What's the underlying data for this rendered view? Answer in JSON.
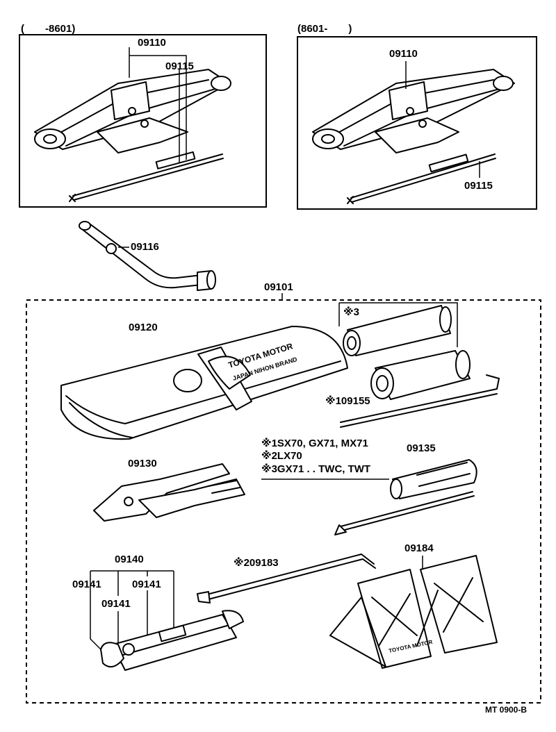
{
  "panels": {
    "left_range": "(　　-8601)",
    "right_range": "(8601-　　)"
  },
  "parts": {
    "jack_left": "09110",
    "handle_left": "09115",
    "jack_right": "09110",
    "handle_right": "09115",
    "wheel_nut_wrench": "09116",
    "tool_set": "09101",
    "tool_bag": "09120",
    "socket_box_marker": "※3",
    "plug_wrench": "※109155",
    "pliers": "09130",
    "screwdriver": "09135",
    "wrench_set": "09140",
    "wrench_a": "09141",
    "wrench_b": "09141",
    "wrench_c": "09141",
    "tire_lever": "※209183",
    "wheel_chock": "09184"
  },
  "notes": [
    "※1SX70, GX71, MX71",
    "※2LX70",
    "※3GX71 . . TWC, TWT"
  ],
  "bag_text": {
    "line1": "TOYOTA MOTOR",
    "line2": "JAPAN NIHON BRAND"
  },
  "chock_text": "TOYOTA MOTOR",
  "footer": "MT 0900-B"
}
